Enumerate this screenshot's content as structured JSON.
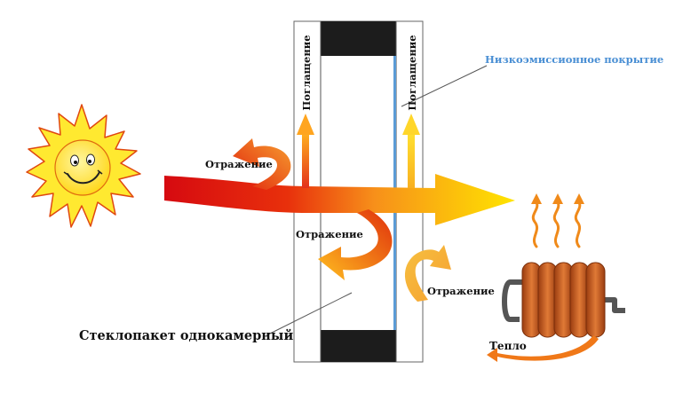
{
  "labels": {
    "absorption_left": "Поглащение",
    "absorption_right": "Поглащение",
    "lowe_coating": "Низкоэмиссионное покрытие",
    "reflection_top": "Отражение",
    "reflection_middle": "Отражение",
    "reflection_bottom": "Отражение",
    "glass_unit": "Стеклопакет однокамерный",
    "heat": "Тепло"
  },
  "colors": {
    "coating": "#5b9bd5",
    "coating_label": "#4a8fd4",
    "spacer": "#1c1c1c",
    "beam_start": "#d60a10",
    "beam_end": "#ffe000",
    "sun_fill": "#ffe930",
    "radiator": "#c85a1a"
  },
  "icons": {
    "sun": "smiling-sun-icon",
    "radiator": "radiator-icon",
    "heat_waves": "heat-wave-icon"
  }
}
